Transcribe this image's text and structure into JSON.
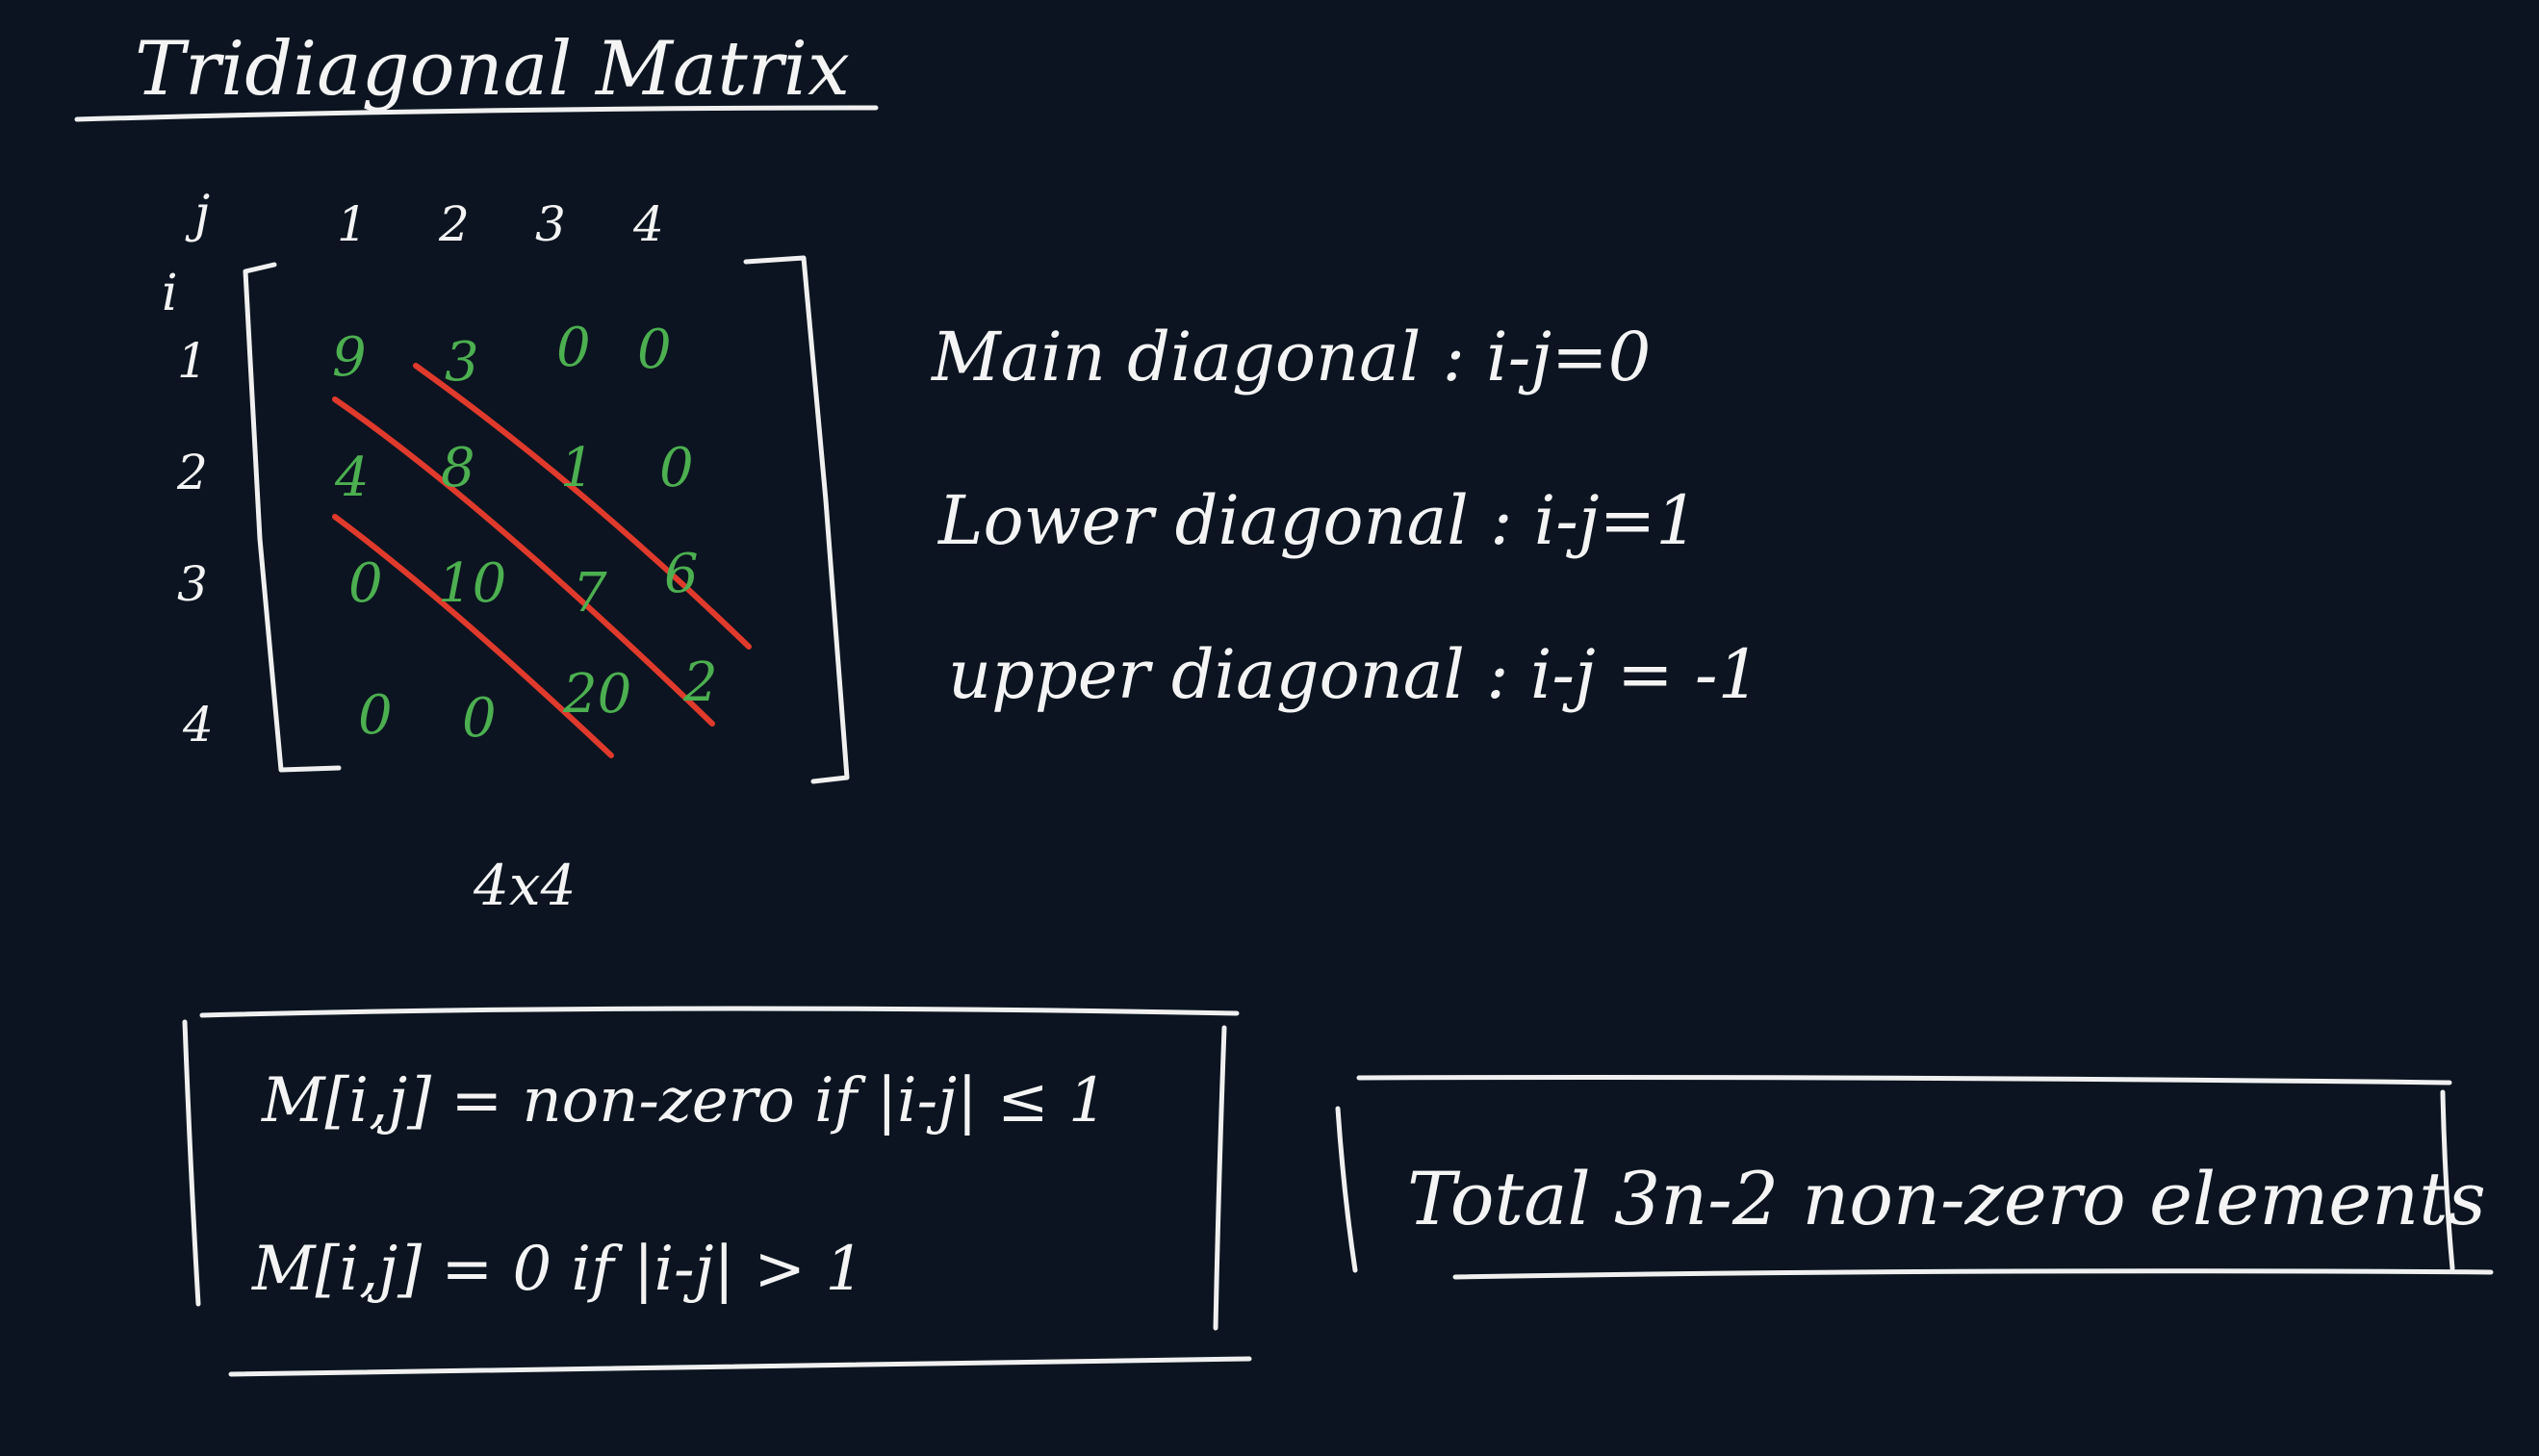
{
  "title": "Tridiagonal Matrix",
  "matrix": {
    "col_axis_label": "j",
    "row_axis_label": "i",
    "col_indices": [
      "1",
      "2",
      "3",
      "4"
    ],
    "row_indices": [
      "1",
      "2",
      "3",
      "4"
    ],
    "rows": [
      [
        "9",
        "3",
        "0",
        "0"
      ],
      [
        "4",
        "8",
        "1",
        "0"
      ],
      [
        "0",
        "10",
        "7",
        "6"
      ],
      [
        "0",
        "0",
        "20",
        "2"
      ]
    ],
    "size_label": "4x4"
  },
  "diagonals": {
    "main": "Main diagonal : i-j=0",
    "lower": "Lower diagonal : i-j=1",
    "upper": "upper diagonal : i-j = -1"
  },
  "conditions": {
    "nonzero": "M[i,j] = non-zero if |i-j| ≤ 1",
    "zero": "M[i,j] = 0 if |i-j| > 1"
  },
  "total": "Total 3n-2 non-zero elements",
  "colors": {
    "background": "#0b1420",
    "ink": "#f0f0f0",
    "values": "#4caf50",
    "diagonal_marks": "#e03a2c"
  }
}
